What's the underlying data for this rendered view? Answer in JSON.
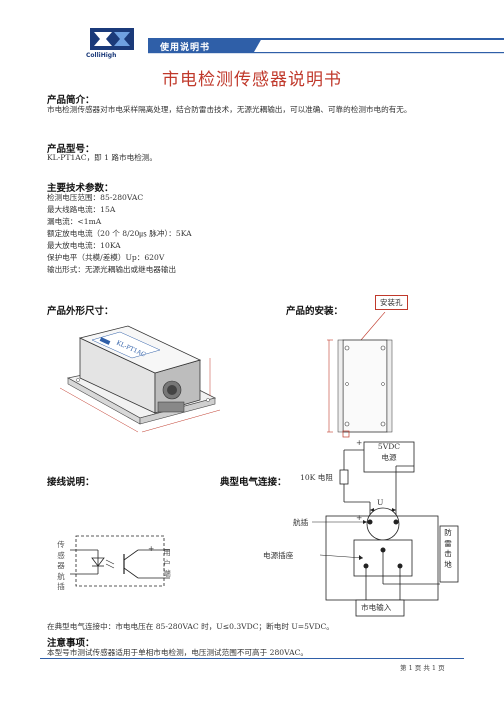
{
  "header": {
    "label": "使用说明书",
    "logo_text": "ColliHigh"
  },
  "title": "市电检测传感器说明书",
  "intro": {
    "heading": "产品简介：",
    "body": "市电检测传感器对市电采样隔离处理，结合防雷击技术，无源光耦输出，可以准确、可靠的检测市电的有无。"
  },
  "model": {
    "heading": "产品型号：",
    "body": "KL-PT1AC，即 1 路市电检测。"
  },
  "specs": {
    "heading": "主要技术参数：",
    "items": [
      "检测电压范围：85-280VAC",
      "最大线路电流：15A",
      "漏电流：<1mA",
      "额定放电电流（20 个 8/20㎲ 脉冲）：5KA",
      "最大放电电流：10KA",
      "保护电平（共模/差模）Up：620V",
      "输出形式：无源光耦输出或继电器输出"
    ]
  },
  "dimensions": {
    "heading": "产品外形尺寸：",
    "device_label": "KL-PT1AC"
  },
  "install": {
    "heading": "产品的安装：",
    "hole_label": "安装孔"
  },
  "wiring": {
    "heading": "接线说明：",
    "sensor_label": [
      "传",
      "感",
      "器",
      "航",
      "插"
    ],
    "user_label": [
      "用",
      "户",
      "端"
    ],
    "plus": "+"
  },
  "electrical": {
    "heading": "典型电气连接：",
    "power_label": [
      "5VDC",
      "电源"
    ],
    "resistor_label": "10K 电阻",
    "u_label": "U",
    "aviation_plug": "航插",
    "power_socket": "电源插座",
    "mains_input": "市电输入",
    "lightning_label": [
      "防",
      "雷",
      "击",
      "地"
    ],
    "plus": "+"
  },
  "note_line": "在典型电气连接中：市电电压在 85-280VAC 时，U≤0.3VDC；断电时 U=5VDC。",
  "notice": {
    "heading": "注意事项：",
    "body": "本型号市测试传感器适用于单相市电检测，电压测试范围不可高于 280VAC。"
  },
  "footer": {
    "page": "第 1 页 共 1 页"
  },
  "colors": {
    "header": "#2f5fa8",
    "title": "#c0392b",
    "red_line": "#c0392b"
  }
}
